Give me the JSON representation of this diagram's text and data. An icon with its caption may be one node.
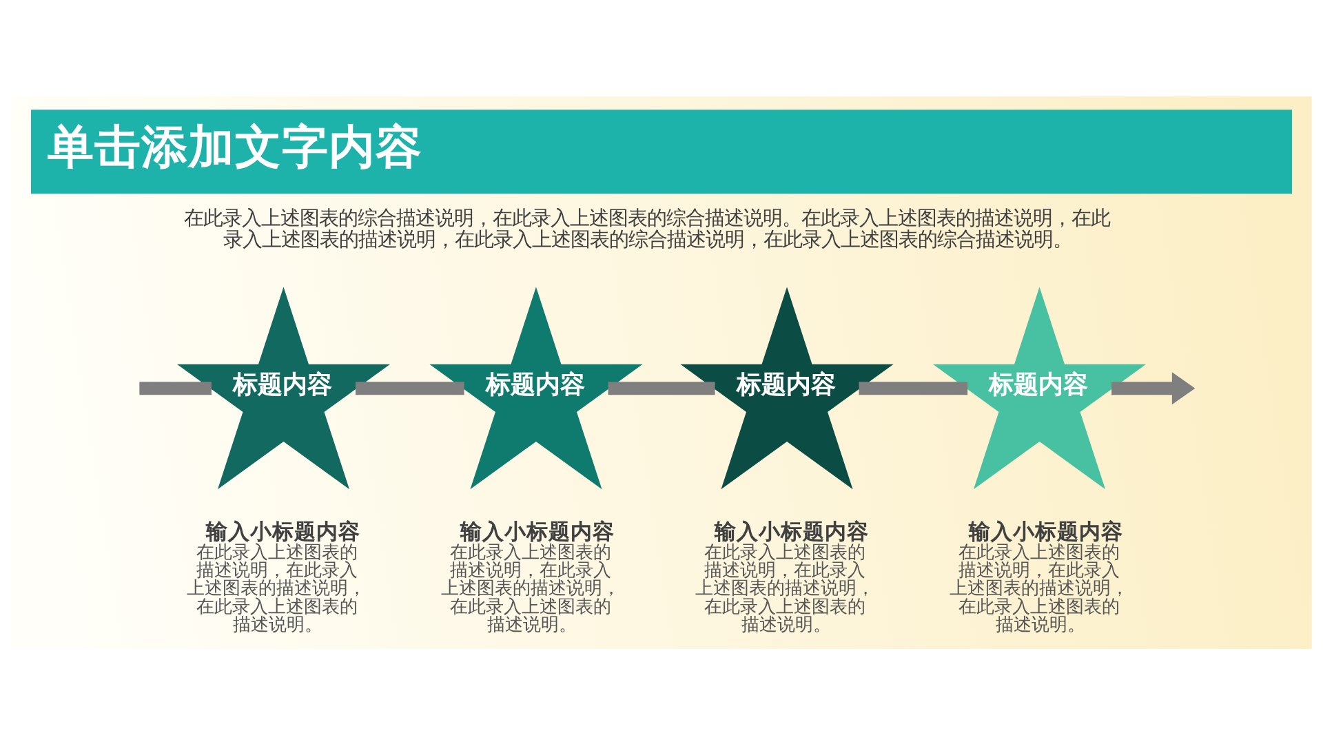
{
  "diagram": {
    "title": "单击添加文字内容",
    "nodes": [
      {
        "text": [
          "标题内容"
        ],
        "beside": [
          "输入小标题内容",
          "在此录入上述图表的描述说明，在此录入上述图表的描述说明，在此录入上述图表的描述说明。"
        ]
      },
      {
        "text": [
          "标题内容"
        ],
        "beside": [
          "输入小标题内容",
          "在此录入上述图表的描述说明，在此录入上述图表的描述说明，在此录入上述图表的描述说明。"
        ]
      },
      {
        "text": [
          "标题内容"
        ],
        "beside": [
          "输入小标题内容",
          "在此录入上述图表的描述说明，在此录入上述图表的描述说明，在此录入上述图表的描述说明。"
        ]
      },
      {
        "text": [
          "标题内容"
        ],
        "beside": [
          "输入小标题内容",
          "在此录入上述图表的描述说明，在此录入上述图表的描述说明，在此录入上述图表的描述说明。"
        ]
      }
    ],
    "edges": [
      {
        "from": null,
        "to": 0,
        "arrow": "none"
      },
      {
        "from": 0,
        "to": 1,
        "arrow": "none"
      },
      {
        "from": 1,
        "to": 2,
        "arrow": "none"
      },
      {
        "from": 2,
        "to": 3,
        "arrow": "none"
      },
      {
        "from": 3,
        "to": null,
        "arrow": "to"
      }
    ],
    "labels": [
      "在此录入上述图表的综合描述说明，在此录入上述图表的综合描述说明。在此录入上述图表的描述说明，在此录入上述图表的描述说明，在此录入上述图表的综合描述说明，在此录入上述图表的综合描述说明。"
    ]
  }
}
